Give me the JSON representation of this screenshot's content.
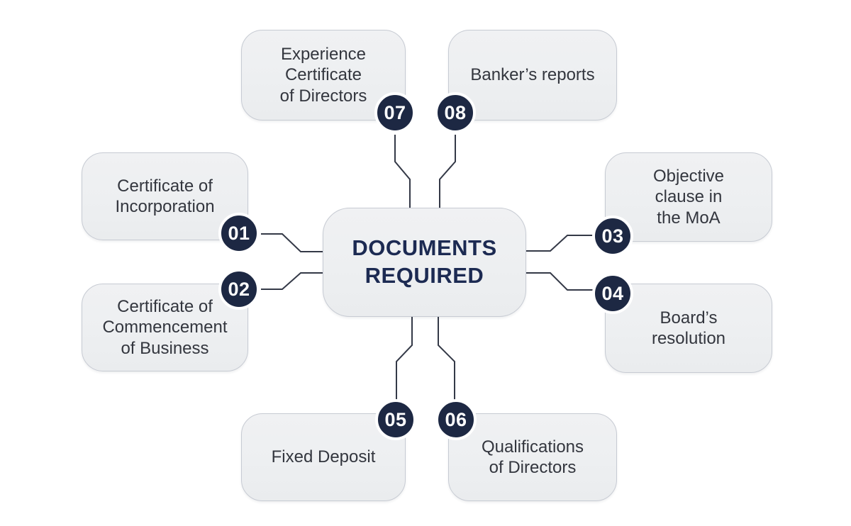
{
  "center": {
    "title": "DOCUMENTS\nREQUIRED"
  },
  "nodes": [
    {
      "number": "01",
      "label": "Certificate of\nIncorporation"
    },
    {
      "number": "02",
      "label": "Certificate of\nCommencement\nof Business"
    },
    {
      "number": "03",
      "label": "Objective\nclause in\nthe MoA"
    },
    {
      "number": "04",
      "label": "Board’s\nresolution"
    },
    {
      "number": "05",
      "label": "Fixed Deposit"
    },
    {
      "number": "06",
      "label": "Qualifications\nof Directors"
    },
    {
      "number": "07",
      "label": "Experience\nCertificate\nof Directors"
    },
    {
      "number": "08",
      "label": "Banker’s reports"
    }
  ],
  "colors": {
    "background": "#ffffff",
    "card_fill": "#edeff1",
    "card_border": "#c7cbd3",
    "badge_fill": "#1d2843",
    "badge_ring": "#ffffff",
    "badge_text": "#ffffff",
    "title_text": "#1c2a52",
    "label_text": "#33363e",
    "connector": "#343947"
  }
}
